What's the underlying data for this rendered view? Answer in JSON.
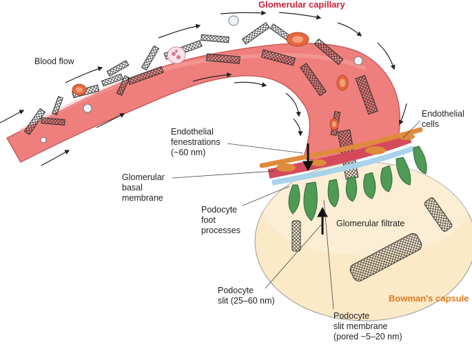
{
  "colors": {
    "capillary_fill": "#ef7f7c",
    "capillary_edge": "#c95b5d",
    "capsule_fill": "#fbe9c7",
    "membrane_blue": "#a9d3ea",
    "membrane_red": "#d44a5a",
    "endothelial_orange": "#e08a3c",
    "podocyte_green": "#4f9a55",
    "title_red": "#c8203a",
    "title_orange": "#e07a1e",
    "nanotube": "#333333"
  },
  "titles": {
    "capillary": "Glomerular capillary",
    "capsule": "Bowman's capsule"
  },
  "labels": {
    "blood_flow": "Blood flow",
    "endothelial_cells": [
      "Endothelial",
      "cells"
    ],
    "fenestrations": [
      "Endothelial",
      "fenestrations",
      "(~60 nm)"
    ],
    "basal_membrane": [
      "Glomerular",
      "basal",
      "membrane"
    ],
    "foot_processes": [
      "Podocyte",
      "foot",
      "processes"
    ],
    "filtrate": "Glomerular filtrate",
    "slit": [
      "Podocyte",
      "slit (25–60 nm)"
    ],
    "slit_membrane": [
      "Podocyte",
      "slit membrane",
      "(pored ~5–20 nm)"
    ]
  }
}
